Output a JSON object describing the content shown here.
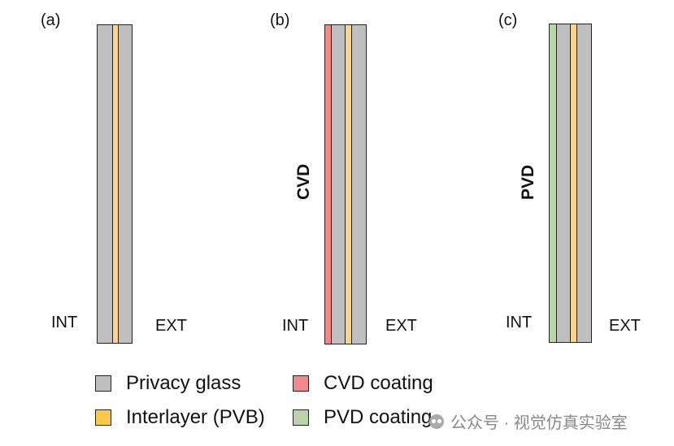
{
  "panels": [
    {
      "label": "(a)",
      "int": "INT",
      "ext": "EXT",
      "coating": ""
    },
    {
      "label": "(b)",
      "int": "INT",
      "ext": "EXT",
      "coating": "CVD"
    },
    {
      "label": "(c)",
      "int": "INT",
      "ext": "EXT",
      "coating": "PVD"
    }
  ],
  "legend": {
    "privacy_glass": "Privacy glass",
    "interlayer": "Interlayer (PVB)",
    "cvd_coating": "CVD coating",
    "pvd_coating": "PVD coating"
  },
  "colors": {
    "glass": "#bfbfbf",
    "interlayer": "#fbd38a",
    "cvd": "#f08a8a",
    "pvd": "#b9d4a8"
  },
  "watermark": "公众号 · 视觉仿真实验室"
}
